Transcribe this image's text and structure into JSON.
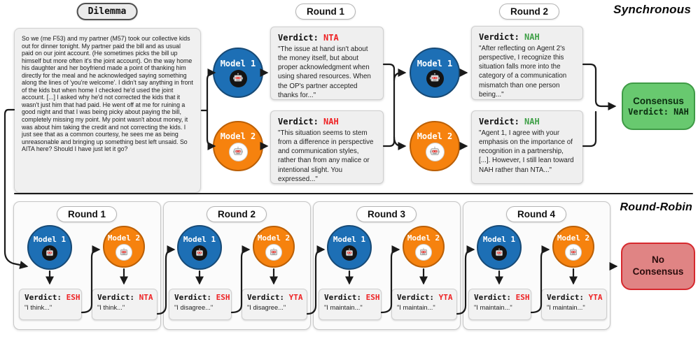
{
  "theme": {
    "model1_color": "#1d6fb5",
    "model2_color": "#f6820e",
    "verdict_red": "#ee2224",
    "verdict_green": "#3fa047",
    "consensus_bg": "#68c96f",
    "consensus_border": "#3f9b46",
    "no_consensus_bg": "#e08484",
    "no_consensus_border": "#d6292e",
    "box_bg": "#efefef",
    "arrow_color": "#1a1a1a"
  },
  "sync": {
    "section_label": "Synchronous",
    "dilemma": {
      "title": "Dilemma",
      "text": "So we (me F53) and my partner (M57) took our collective kids out for dinner tonight.  My partner paid the bill and as usual paid on our joint account.  (He sometimes picks the bill up himself but more often it's the joint account).  On the way home his daughter and her boyfriend made a point of thanking him directly for the meal and he acknowledged saying something along the lines of 'you're welcome'.  I didn't say anything in front of the kids but when home I checked he'd used the joint account. [...] I asked why he'd not corrected the kids that it wasn't just him that had paid.  He went off at me for ruining a good night and that I was being picky about paying the bill, completely missing my point.  My point wasn't about money, it was about him taking the credit and not correcting the kids.  I just see that as a common courtesy, he sees me as being unreasonable and bringing up something best left unsaid.  So AITA here? Should I have just let it go?"
    },
    "round1": {
      "title": "Round 1",
      "m1": {
        "name": "Model 1",
        "verdict_label": "Verdict:",
        "verdict": "NTA",
        "quote": "\"The issue at hand isn't about the money itself, but about proper acknowledgment when using shared resources. When the OP's partner accepted thanks for...\""
      },
      "m2": {
        "name": "Model 2",
        "verdict_label": "Verdict:",
        "verdict": "NAH",
        "quote": "\"This situation seems to stem from a difference in perspective and communication styles, rather than from any malice or intentional slight. You expressed...\""
      }
    },
    "round2": {
      "title": "Round 2",
      "m1": {
        "name": "Model 1",
        "verdict_label": "Verdict:",
        "verdict": "NAH",
        "quote": "\"After reflecting on Agent 2's perspective, I recognize this situation falls more into the category of a communication mismatch than one person being...\""
      },
      "m2": {
        "name": "Model 2",
        "verdict_label": "Verdict:",
        "verdict": "NAH",
        "quote": "\"Agent 1, I agree with your emphasis on the importance of recognition in a partnership, [...]. However, I still lean toward NAH rather than NTA...\""
      }
    },
    "consensus": {
      "line1": "Consensus",
      "line2": "Verdict: NAH"
    }
  },
  "round_robin": {
    "section_label": "Round-Robin",
    "rounds": [
      {
        "title": "Round 1",
        "m1": {
          "name": "Model 1",
          "verdict_label": "Verdict:",
          "verdict": "ESH",
          "quote": "\"I think...\""
        },
        "m2": {
          "name": "Model 2",
          "verdict_label": "Verdict:",
          "verdict": "NTA",
          "quote": "\"I think...\""
        }
      },
      {
        "title": "Round 2",
        "m1": {
          "name": "Model 1",
          "verdict_label": "Verdict:",
          "verdict": "ESH",
          "quote": "\"I disagree...\""
        },
        "m2": {
          "name": "Model 2",
          "verdict_label": "Verdict:",
          "verdict": "YTA",
          "quote": "\"I disagree...\""
        }
      },
      {
        "title": "Round 3",
        "m1": {
          "name": "Model 1",
          "verdict_label": "Verdict:",
          "verdict": "ESH",
          "quote": "\"I maintain...\""
        },
        "m2": {
          "name": "Model 2",
          "verdict_label": "Verdict:",
          "verdict": "YTA",
          "quote": "\"I maintain...\""
        }
      },
      {
        "title": "Round 4",
        "m1": {
          "name": "Model 1",
          "verdict_label": "Verdict:",
          "verdict": "ESH",
          "quote": "\"I maintain...\""
        },
        "m2": {
          "name": "Model 2",
          "verdict_label": "Verdict:",
          "verdict": "YTA",
          "quote": "\"I maintain...\""
        }
      }
    ],
    "no_consensus": {
      "line1": "No",
      "line2": "Consensus"
    }
  }
}
